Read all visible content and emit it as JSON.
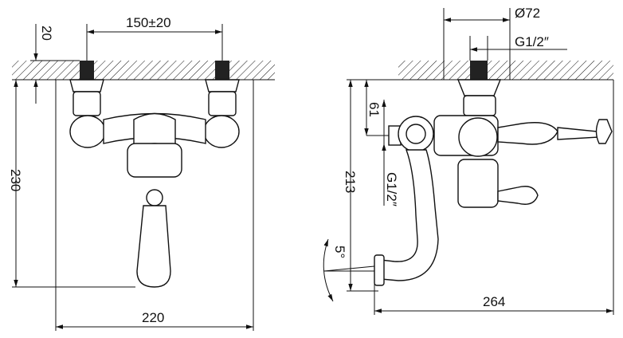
{
  "front_view": {
    "dim_spacing": "150±20",
    "dim_wall_depth": "20",
    "dim_height": "230",
    "dim_width": "220"
  },
  "side_view": {
    "dim_diameter": "Ø72",
    "dim_thread_top": "G1/2″",
    "dim_outlet_offset": "61",
    "dim_height": "213",
    "dim_thread_side": "G1/2″",
    "dim_angle": "5°",
    "dim_depth": "264"
  }
}
